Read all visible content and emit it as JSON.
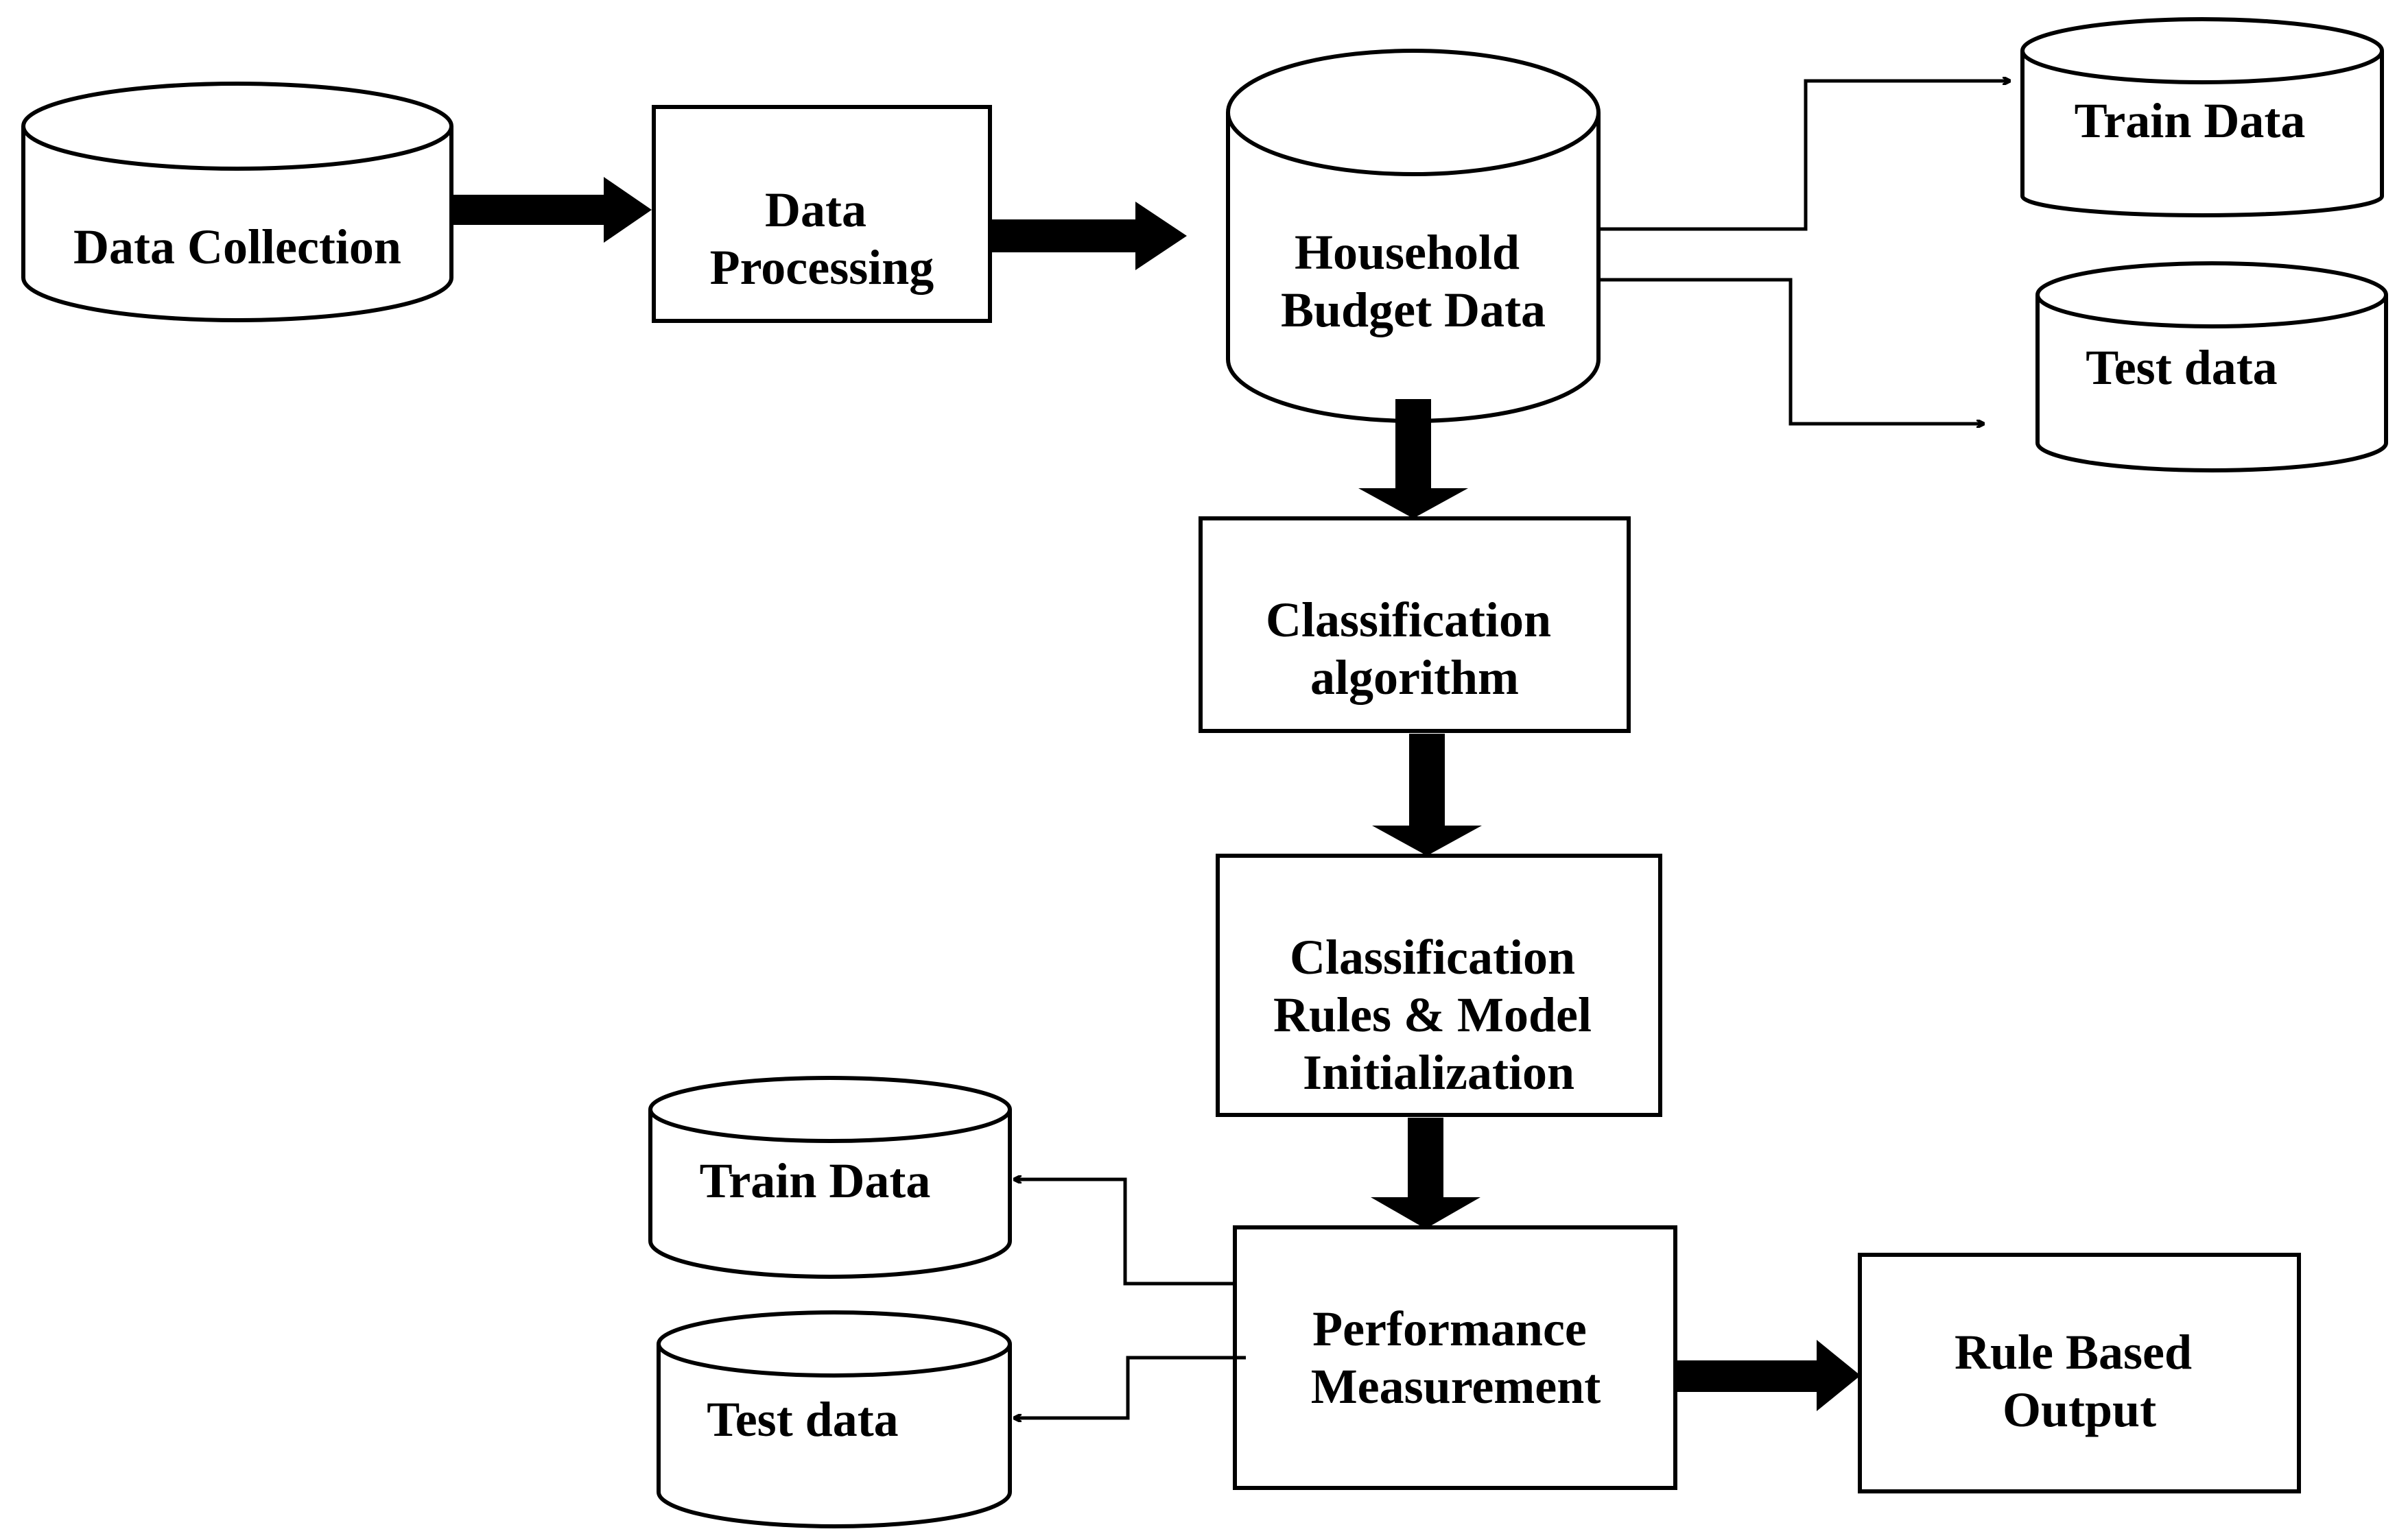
{
  "nodes": {
    "data_collection": {
      "lines": [
        "Data Collection"
      ]
    },
    "data_processing": {
      "lines": [
        "Data",
        "Processing"
      ]
    },
    "household_budget_data": {
      "lines": [
        "Household",
        "Budget Data"
      ]
    },
    "train_data_top": {
      "lines": [
        "Train Data"
      ]
    },
    "test_data_top": {
      "lines": [
        "Test data"
      ]
    },
    "classification_algorithm": {
      "lines": [
        "Classification",
        "algorithm"
      ]
    },
    "classification_rules": {
      "lines": [
        "Classification",
        "Rules & Model",
        "Initialization"
      ]
    },
    "performance_measurement": {
      "lines": [
        "Performance",
        "Measurement"
      ]
    },
    "train_data_bottom": {
      "lines": [
        "Train Data"
      ]
    },
    "test_data_bottom": {
      "lines": [
        "Test data"
      ]
    },
    "rule_based_output": {
      "lines": [
        "Rule Based",
        "Output"
      ]
    }
  },
  "colors": {
    "stroke": "#000000",
    "fill": "#ffffff",
    "text": "#000000"
  }
}
